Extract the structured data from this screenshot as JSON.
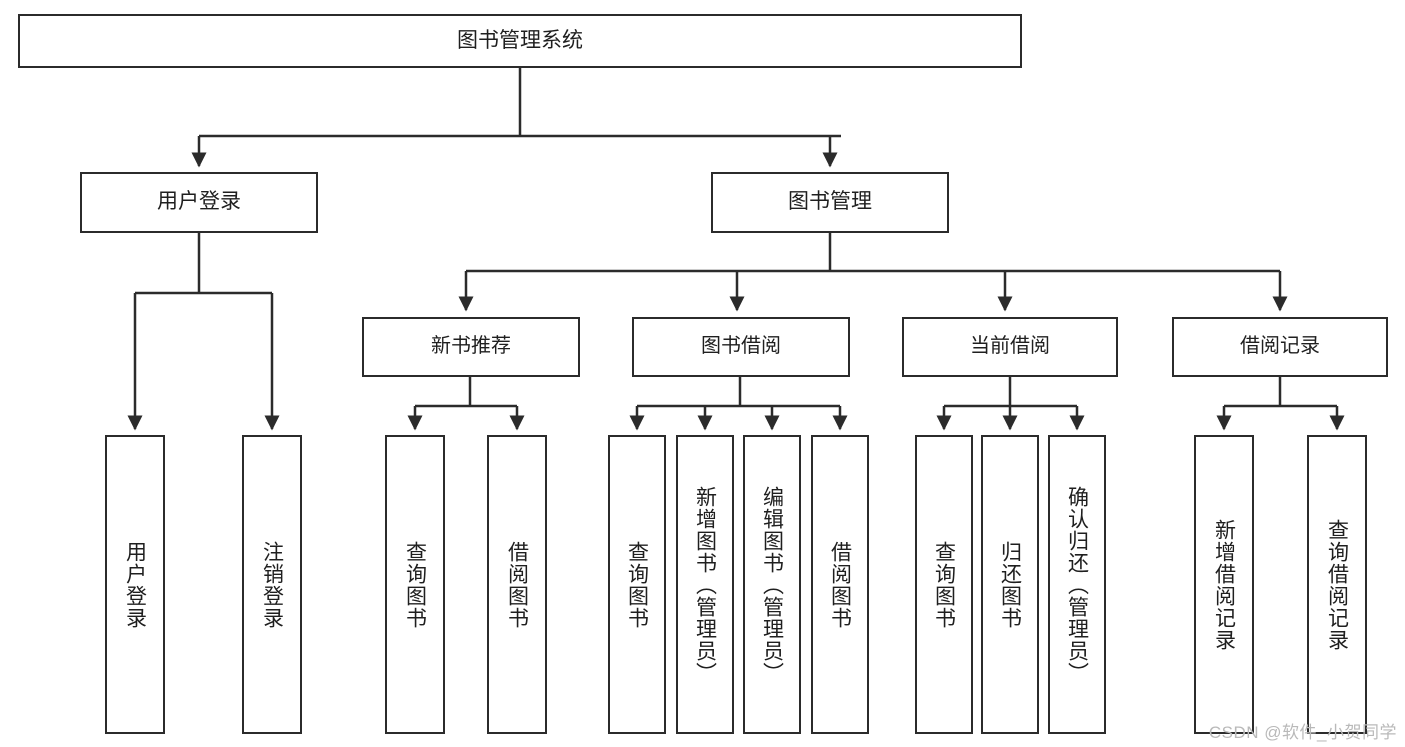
{
  "diagram": {
    "title": "图书管理系统",
    "type": "tree-hierarchy-chart",
    "watermark": "CSDN @软件_小贺同学",
    "colors": {
      "stroke": "#2b2b2b",
      "fill": "#ffffff",
      "text": "#1f1f1f",
      "watermark": "#b9b9b9"
    },
    "root": {
      "label": "图书管理系统"
    },
    "level1": [
      {
        "id": "user-login",
        "label": "用户登录"
      },
      {
        "id": "book-management",
        "label": "图书管理"
      }
    ],
    "level2": [
      {
        "id": "new-book-recommend",
        "label": "新书推荐"
      },
      {
        "id": "book-borrow",
        "label": "图书借阅"
      },
      {
        "id": "current-borrow",
        "label": "当前借阅"
      },
      {
        "id": "borrow-record",
        "label": "借阅记录"
      }
    ],
    "leaves": {
      "user_login": [
        {
          "id": "leaf-user-login",
          "label": "用户登录"
        },
        {
          "id": "leaf-logout-login",
          "label": "注销登录"
        }
      ],
      "new_book_recommend": [
        {
          "id": "leaf-query-book-1",
          "label": "查询图书"
        },
        {
          "id": "leaf-borrow-book-1",
          "label": "借阅图书"
        }
      ],
      "book_borrow": [
        {
          "id": "leaf-query-book-2",
          "label": "查询图书"
        },
        {
          "id": "leaf-add-book-admin",
          "label": "新增图书（管理员）"
        },
        {
          "id": "leaf-edit-book-admin",
          "label": "编辑图书（管理员）"
        },
        {
          "id": "leaf-borrow-book-2",
          "label": "借阅图书"
        }
      ],
      "current_borrow": [
        {
          "id": "leaf-query-book-3",
          "label": "查询图书"
        },
        {
          "id": "leaf-return-book",
          "label": "归还图书"
        },
        {
          "id": "leaf-confirm-return-admin",
          "label": "确认归还（管理员）"
        }
      ],
      "borrow_record": [
        {
          "id": "leaf-add-borrow-record",
          "label": "新增借阅记录"
        },
        {
          "id": "leaf-query-borrow-record",
          "label": "查询借阅记录"
        }
      ]
    }
  }
}
